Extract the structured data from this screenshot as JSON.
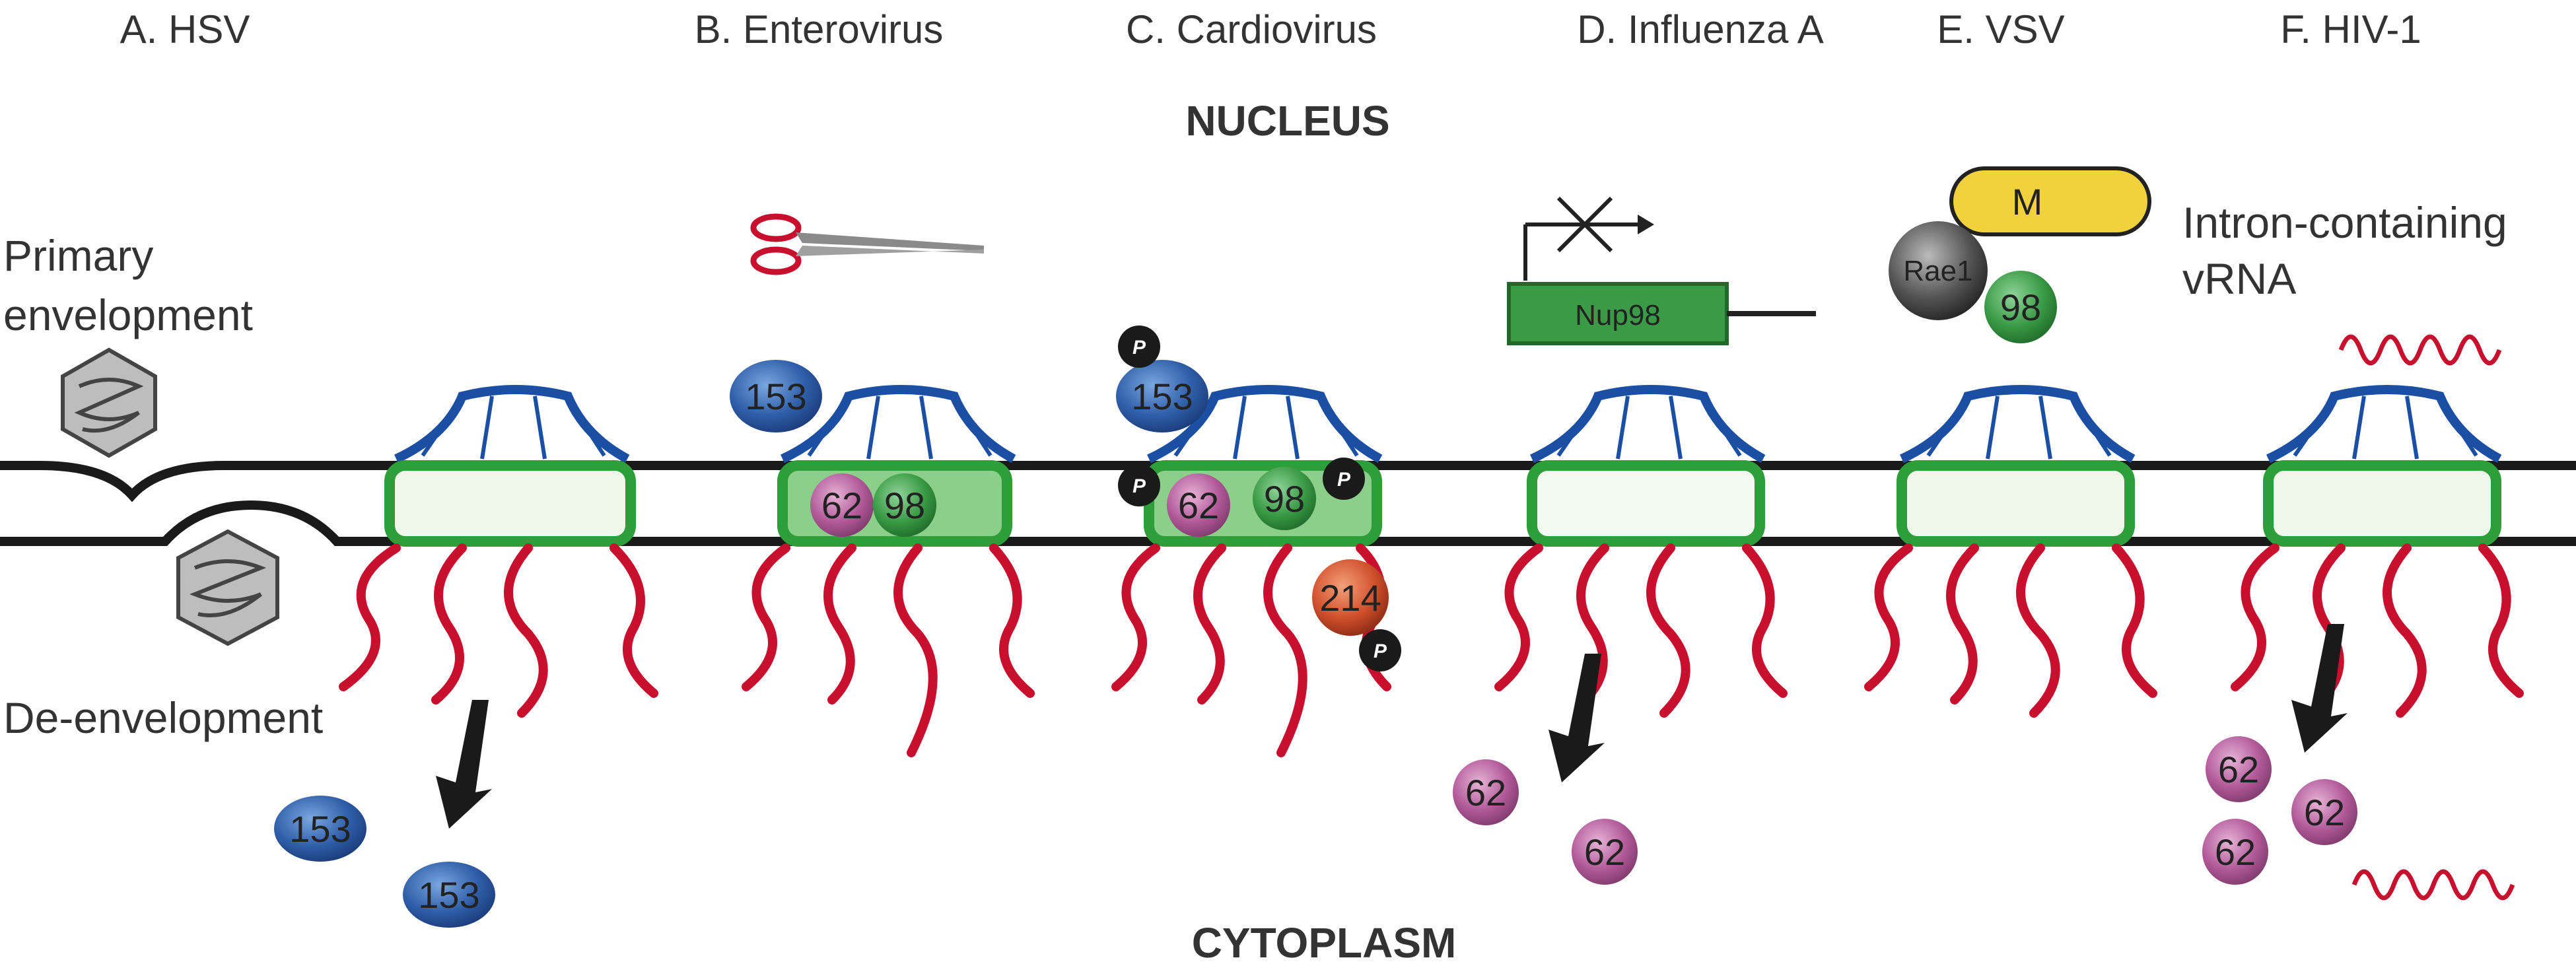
{
  "panels": [
    {
      "id": "a",
      "label": "A. HSV"
    },
    {
      "id": "b",
      "label": "B. Enterovirus"
    },
    {
      "id": "c",
      "label": "C. Cardiovirus"
    },
    {
      "id": "d",
      "label": "D. Influenza A"
    },
    {
      "id": "e",
      "label": "E. VSV"
    },
    {
      "id": "f",
      "label": "F. HIV-1"
    }
  ],
  "regions": {
    "top": "NUCLEUS",
    "bottom": "CYTOPLASM"
  },
  "annotations": {
    "primary_line1": "Primary",
    "primary_line2": "envelopment",
    "deenvelopment": "De-envelopment",
    "intron_line1": "Intron-containing",
    "intron_line2": "vRNA"
  },
  "proteins": {
    "nup153": "153",
    "nup62": "62",
    "nup98": "98",
    "nup214": "214",
    "m": "M",
    "rae1": "Rae1",
    "nup98_gene": "Nup98",
    "phospho": "P"
  },
  "colors": {
    "membrane": "#1a1a1a",
    "basket": "#1a4fa3",
    "ring": "#2e9e3a",
    "filament": "#c8102e",
    "nup153": "#2f5ea8",
    "nup62": "#b25a9a",
    "nup98": "#3a9a45",
    "nup214": "#d0502c",
    "m": "#f2d23c"
  }
}
